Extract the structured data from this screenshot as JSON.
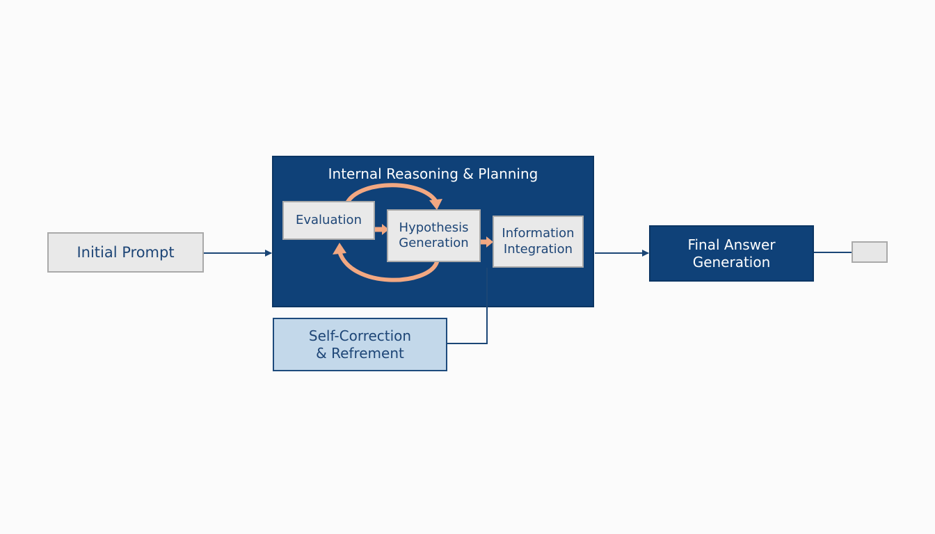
{
  "diagram": {
    "nodes": {
      "initial_prompt": {
        "label": "Initial Prompt"
      },
      "internal_reasoning": {
        "title": "Internal Reasoning & Planning"
      },
      "evaluation": {
        "label": "Evaluation"
      },
      "hypothesis_generation": {
        "lines": [
          "Hypothesis",
          "Generation"
        ]
      },
      "information_integration": {
        "lines": [
          "Information",
          "Integration"
        ]
      },
      "self_correction": {
        "lines": [
          "Self-Correction",
          "& Refrement"
        ]
      },
      "final_answer": {
        "lines": [
          "Final Answer",
          "Generation"
        ]
      },
      "output_box": {
        "label": ""
      }
    },
    "edges": [
      {
        "from": "initial_prompt",
        "to": "internal_reasoning"
      },
      {
        "from": "evaluation",
        "to": "hypothesis_generation"
      },
      {
        "from": "hypothesis_generation",
        "to": "evaluation",
        "style": "loop"
      },
      {
        "from": "hypothesis_generation",
        "to": "information_integration"
      },
      {
        "from": "information_integration",
        "to": "self_correction"
      },
      {
        "from": "internal_reasoning",
        "to": "final_answer"
      },
      {
        "from": "final_answer",
        "to": "output_box"
      }
    ],
    "colors": {
      "dark_blue": "#0f4178",
      "light_blue": "#c3d8ea",
      "gray_box": "#e9e9e9",
      "text_blue": "#1d4576",
      "orange_arrow": "#f2a882",
      "line_blue": "#1b4676"
    }
  }
}
